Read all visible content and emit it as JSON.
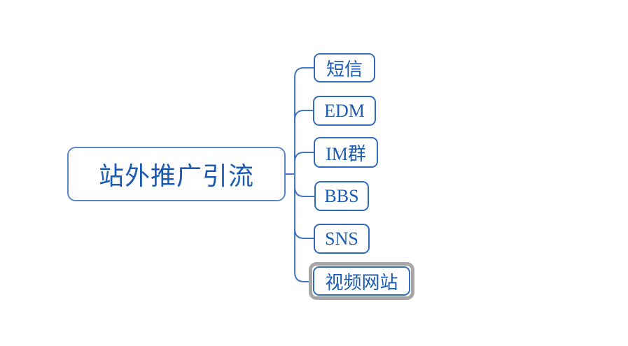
{
  "mindmap": {
    "root": {
      "label": "站外推广引流"
    },
    "children": [
      {
        "label": "短信",
        "selected": false
      },
      {
        "label": "EDM",
        "selected": false
      },
      {
        "label": "IM群",
        "selected": false
      },
      {
        "label": "BBS",
        "selected": false
      },
      {
        "label": "SNS",
        "selected": false
      },
      {
        "label": "视频网站",
        "selected": true
      }
    ],
    "colors": {
      "background": "#ffffff",
      "root_border": "#5b87c8",
      "child_border": "#2f6cc0",
      "text": "#1b5bb3",
      "connector": "#4377c5",
      "selection_ring": "#a6a6a6"
    }
  }
}
